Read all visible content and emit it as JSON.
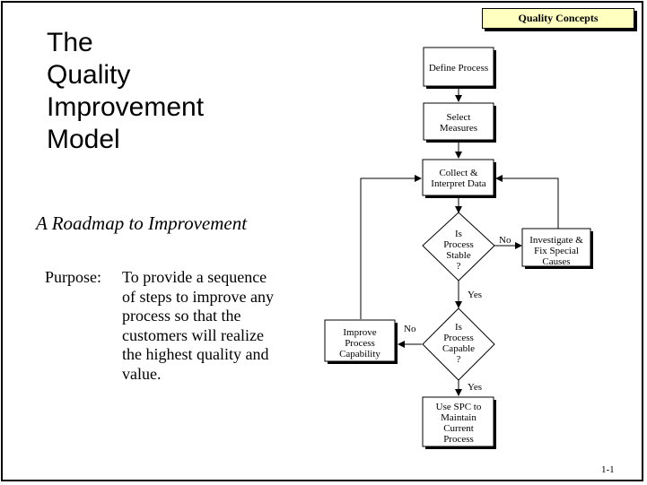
{
  "header": {
    "tab_label": "Quality Concepts"
  },
  "title": {
    "lines": [
      "The",
      "Quality",
      "Improvement",
      "Model"
    ]
  },
  "subtitle": "A Roadmap to Improvement",
  "purpose": {
    "label": "Purpose:",
    "lines": [
      "To provide a sequence",
      "of steps to improve any",
      "process so that the",
      "customers will realize",
      "the highest quality and",
      "value."
    ]
  },
  "flowchart": {
    "define_process": [
      "Define Process"
    ],
    "select_measures": [
      "Select",
      "Measures"
    ],
    "collect_data": [
      "Collect &",
      "Interpret Data"
    ],
    "stable_decision": [
      "Is",
      "Process",
      "Stable",
      "?"
    ],
    "investigate": [
      "Investigate &",
      "Fix Special",
      "Causes"
    ],
    "capable_decision": [
      "Is",
      "Process",
      "Capable",
      "?"
    ],
    "improve": [
      "Improve",
      "Process",
      "Capability"
    ],
    "use_spc": [
      "Use SPC to",
      "Maintain",
      "Current",
      "Process"
    ],
    "labels": {
      "stable_no": "No",
      "stable_yes": "Yes",
      "capable_no": "No",
      "capable_yes": "Yes"
    }
  },
  "footer": {
    "page_number": "1-1"
  }
}
